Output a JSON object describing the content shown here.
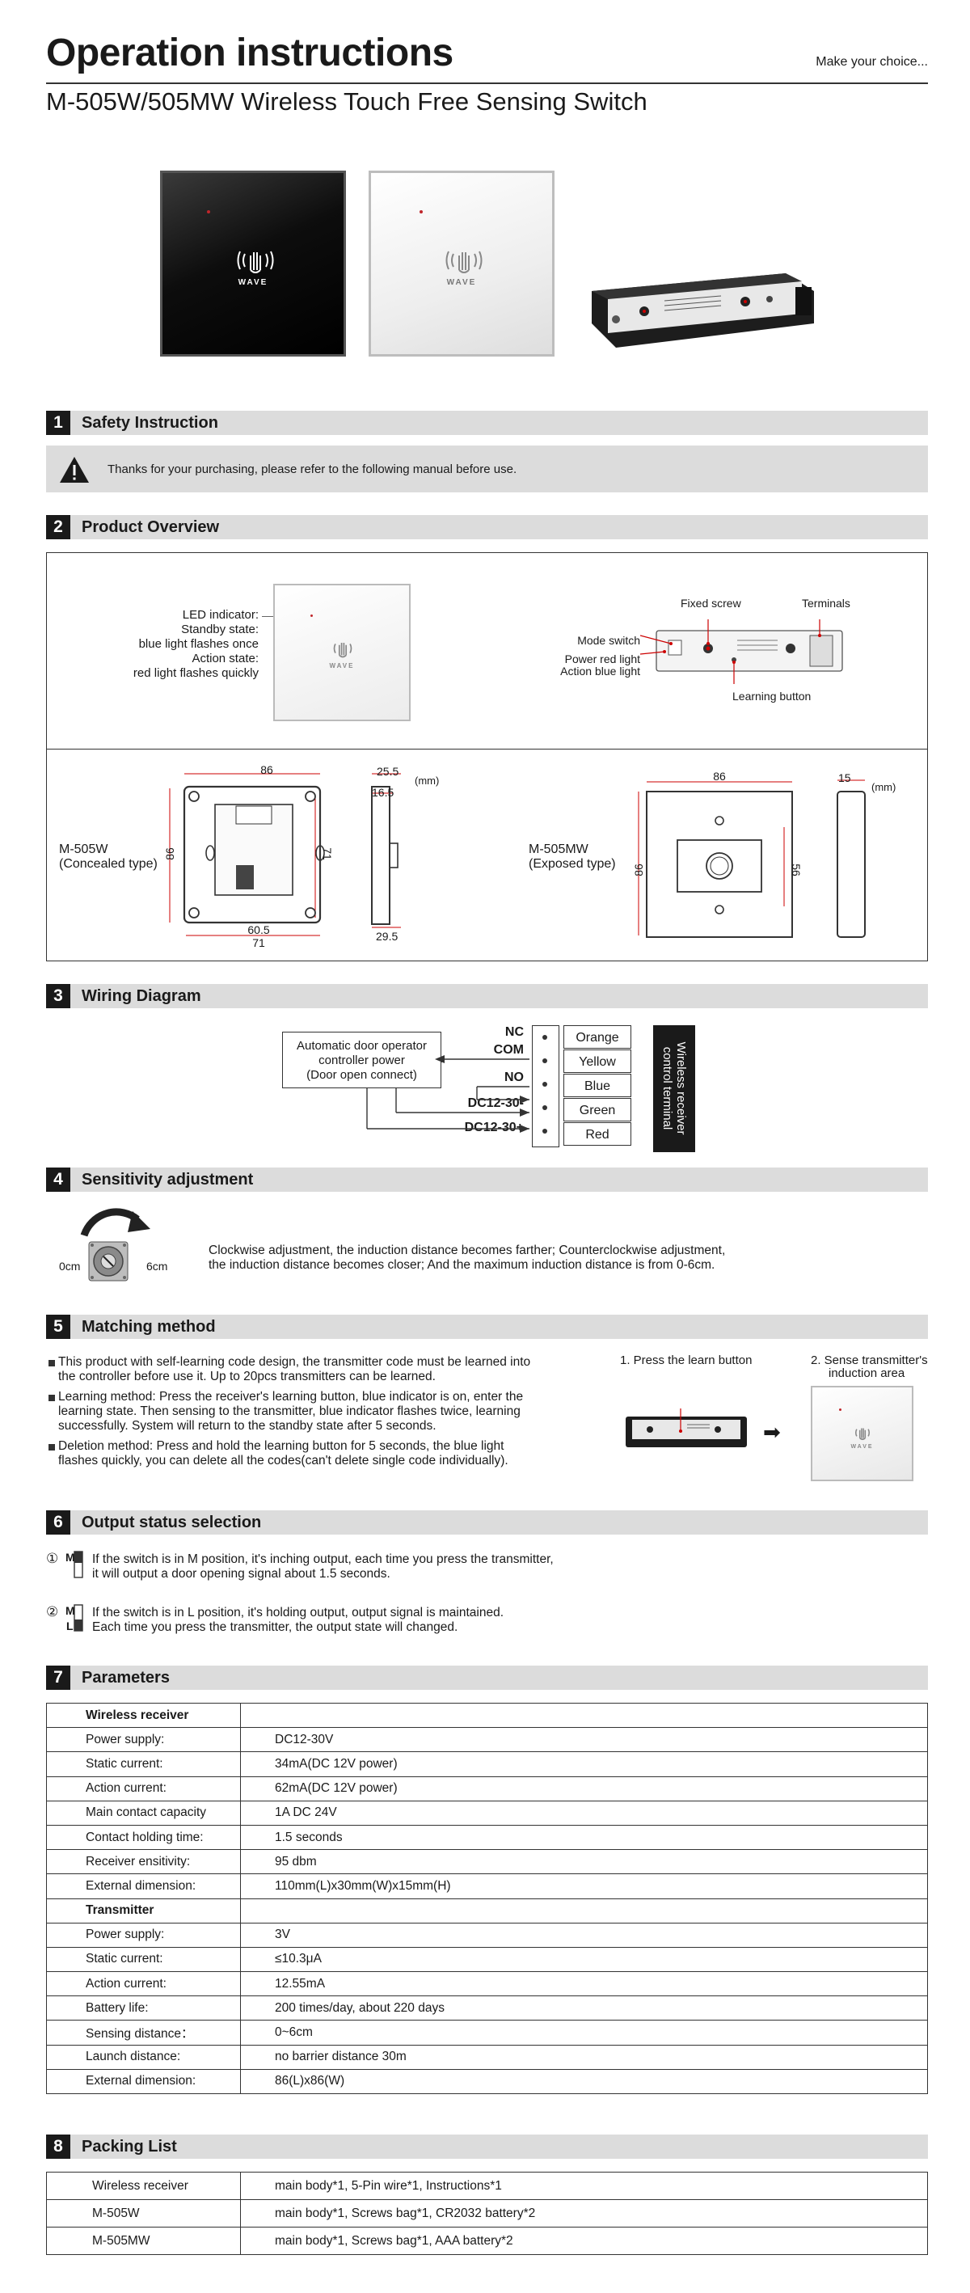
{
  "header": {
    "title": "Operation instructions",
    "tagline": "Make  your choice...",
    "subtitle": "M-505W/505MW Wireless Touch Free Sensing Switch"
  },
  "hero": {
    "wave_label": "WAVE"
  },
  "sections": {
    "s1": {
      "num": "1",
      "title": "Safety Instruction",
      "notice": "Thanks for your purchasing, please refer to the following manual before use."
    },
    "s2": {
      "num": "2",
      "title": "Product Overview",
      "led_lines": [
        "LED indicator:",
        "Standby state:",
        "blue light flashes once",
        "Action state:",
        "red light flashes quickly"
      ],
      "receiver_labels": {
        "fixed_screw": "Fixed screw",
        "terminals": "Terminals",
        "mode_switch": "Mode switch",
        "power_red": "Power red light",
        "action_blue": "Action blue light",
        "learning_button": "Learning button"
      },
      "unit": "(mm)",
      "m505w": {
        "name": "M-505W",
        "type": "(Concealed type)",
        "dims": {
          "w": "86",
          "h": "86",
          "inner_h": "71",
          "bottom1": "60.5",
          "bottom2": "71",
          "side_top": "25.5",
          "side_mid": "16.5",
          "side_bottom": "29.5"
        }
      },
      "m505mw": {
        "name": "M-505MW",
        "type": "(Exposed type)",
        "dims": {
          "w": "86",
          "h": "86",
          "inner_h": "56",
          "side_top": "15"
        }
      }
    },
    "s3": {
      "num": "3",
      "title": "Wiring Diagram",
      "operator_lines": [
        "Automatic door operator",
        "controller power",
        "(Door open connect)"
      ],
      "terminals": [
        "NC",
        "COM",
        "NO",
        "DC12-30-",
        "DC12-30+"
      ],
      "wires": [
        "Orange",
        "Yellow",
        "Blue",
        "Green",
        "Red"
      ],
      "receiver_label": "Wireless receiver control terminal"
    },
    "s4": {
      "num": "4",
      "title": "Sensitivity adjustment",
      "min": "0cm",
      "max": "6cm",
      "text_lines": [
        "Clockwise adjustment, the induction distance becomes farther; Counterclockwise adjustment,",
        "the induction distance becomes closer; And the maximum induction distance is from 0-6cm."
      ]
    },
    "s5": {
      "num": "5",
      "title": "Matching method",
      "bullets": [
        [
          "This product with self-learning code design, the transmitter code must be learned into",
          "the controller before use it. Up to 20pcs transmitters can be learned."
        ],
        [
          "Learning method: Press the receiver's learning button, blue indicator is on, enter the",
          "learning state. Then sensing to the transmitter, blue indicator flashes twice, learning",
          "successfully. System will return to the standby state after 5 seconds."
        ],
        [
          "Deletion method: Press and hold the learning button for 5 seconds, the blue light",
          "flashes quickly, you can delete all the codes(can't delete single code individually)."
        ]
      ],
      "step1": "1. Press the learn button",
      "step2": [
        "2. Sense transmitter's",
        "induction area"
      ]
    },
    "s6": {
      "num": "6",
      "title": "Output status selection",
      "items": [
        {
          "marker": "①",
          "lines": [
            "If the switch is in M position, it's inching output, each time you press the transmitter,",
            "it will output a door opening signal about 1.5 seconds."
          ]
        },
        {
          "marker": "②",
          "lines": [
            "If the switch is in L position, it's holding output, output signal is maintained.",
            "Each time you press the transmitter, the output state will changed."
          ]
        }
      ],
      "switch_m": "M",
      "switch_l": "L"
    },
    "s7": {
      "num": "7",
      "title": "Parameters",
      "rows": [
        [
          "Wireless receiver",
          ""
        ],
        [
          "Power supply:",
          "DC12-30V"
        ],
        [
          "Static current:",
          "34mA(DC 12V power)"
        ],
        [
          "Action current:",
          "62mA(DC 12V power)"
        ],
        [
          "Main contact capacity",
          "1A DC 24V"
        ],
        [
          "Contact holding time:",
          "1.5 seconds"
        ],
        [
          "Receiver ensitivity:",
          "95 dbm"
        ],
        [
          "External dimension:",
          "110mm(L)x30mm(W)x15mm(H)"
        ],
        [
          "Transmitter",
          ""
        ],
        [
          "Power supply:",
          "3V"
        ],
        [
          "Static current:",
          "≤10.3μA"
        ],
        [
          "Action current:",
          "12.55mA"
        ],
        [
          "Battery life:",
          "200 times/day, about 220 days"
        ],
        [
          "Sensing distance：",
          "0~6cm"
        ],
        [
          "Launch distance:",
          "no barrier distance 30m"
        ],
        [
          "External dimension:",
          "86(L)x86(W)"
        ]
      ]
    },
    "s8": {
      "num": "8",
      "title": "Packing List",
      "rows": [
        [
          "Wireless receiver",
          "main body*1, 5-Pin wire*1, Instructions*1"
        ],
        [
          "M-505W",
          "main body*1, Screws bag*1, CR2032 battery*2"
        ],
        [
          "M-505MW",
          "main body*1, Screws bag*1, AAA battery*2"
        ]
      ]
    }
  }
}
